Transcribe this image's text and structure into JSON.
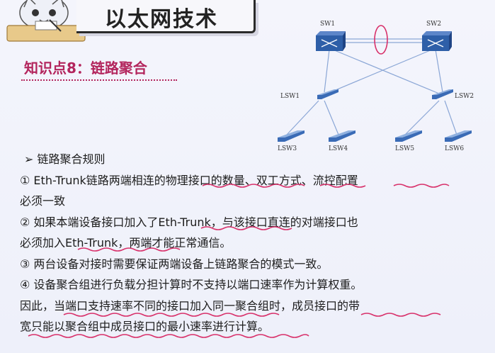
{
  "slide": {
    "title": "以太网技术",
    "knowledge_point": "知识点8：链路聚合",
    "diagram": {
      "sw1": "SW1",
      "sw2": "SW2",
      "lsw1": "LSW1",
      "lsw2": "LSW2",
      "lsw3": "LSW3",
      "lsw4": "LSW4",
      "lsw5": "LSW5",
      "lsw6": "LSW6"
    },
    "rules": {
      "heading": "链路聚合规则",
      "r1a": "① Eth-Trunk链路两端相连的物理接口的数量、双工方式、流控配置",
      "r1b": "必须一致",
      "r2a": "② 如果本端设备接口加入了Eth-Trunk，与该接口直连的对端接口也",
      "r2b": "必须加入Eth-Trunk，两端才能正常通信。",
      "r3": "③ 两台设备对接时需要保证两端设备上链路聚合的模式一致。",
      "r4a": "④ 设备聚合组进行负载分担计算时不支持以端口速率作为计算权重。",
      "r4b": "因此，当端口支持速率不同的接口加入同一聚合组时，成员接口的带",
      "r4c": "宽只能以聚合组中成员接口的最小速率进行计算。"
    }
  },
  "colors": {
    "accent": "#b3255d",
    "switch": "#2e5fa8",
    "annotation": "#d8306a"
  },
  "icons": {
    "bullet": "arrow-bullet-icon",
    "switch": "switch-icon",
    "mascot": "cat-mascot-icon"
  }
}
